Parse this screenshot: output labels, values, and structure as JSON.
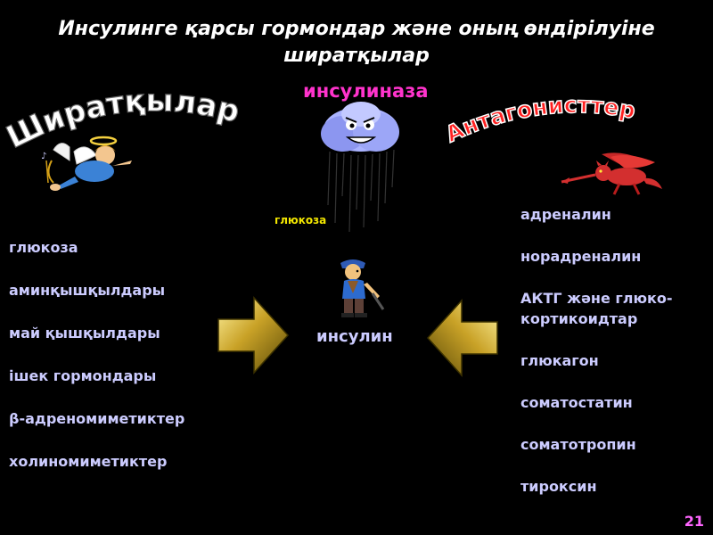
{
  "title": "Инсулинге  қарсы гормондар және оның өндірілуіне шиpатқылар",
  "insulinase_label": "инсулиназа",
  "promoters_heading": "Шиpатқылар",
  "antagonists_heading": "Антагонисттер",
  "glucose_small_label": "глюкоза",
  "insulin_label": "инсулин",
  "promoters": [
    "глюкоза",
    "аминқышқылдары",
    "май қышқылдары",
    "ішек гормондары",
    "β-адреномиметиктер",
    "холиномиметиктер"
  ],
  "antagonists": [
    "адреналин",
    "норадреналин",
    "АКТГ  және глюко-кортикоидтар",
    "глюкагон",
    "соматостатин",
    "соматотропин",
    "тироксин"
  ],
  "page_number": "21",
  "colors": {
    "background": "#000000",
    "title": "#ffffff",
    "insulinase": "#ff33cc",
    "list_text": "#ccccff",
    "heading_fill": "#ffffff",
    "antagonist_heading_fill": "#ff2020",
    "arrow_gold": "#c9b037",
    "small_label": "#f2e600",
    "page_number": "#ff66ff"
  },
  "icons": [
    "angel-icon",
    "storm-cloud-icon",
    "worker-man-icon",
    "red-devil-icon",
    "right-arrow-icon",
    "left-arrow-icon"
  ]
}
